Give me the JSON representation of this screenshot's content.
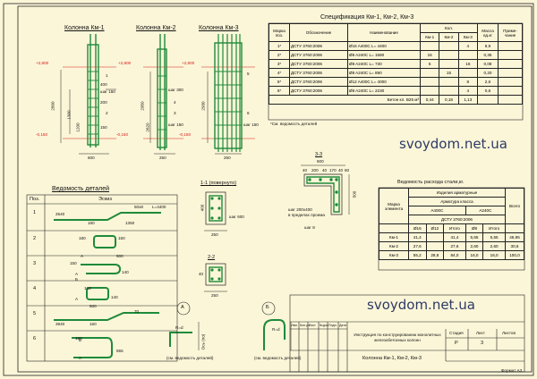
{
  "columns": {
    "titles": [
      "Колонна Км-1",
      "Колонна Км-2",
      "Колонна Км-3"
    ],
    "level_labels": [
      "+2,800",
      "+2,800",
      "+2,800"
    ],
    "base_labels": [
      "-0,150",
      "-0,150",
      "-0,150"
    ],
    "dims": [
      "600",
      "250",
      "250",
      "400",
      "200",
      "150",
      "2800",
      "1300",
      "1200",
      "2950",
      "2930",
      "2620"
    ],
    "spacing_notes": [
      "шаг 150",
      "шаг 300",
      "шаг 150",
      "шаг 150"
    ],
    "marks": [
      "1",
      "2",
      "3",
      "4",
      "5",
      "6"
    ]
  },
  "spec": {
    "title": "Спецификация Км-1, Км-2, Км-3",
    "headers": {
      "pos": "Марка поз.",
      "doc": "Обозначение",
      "name": "Наименование",
      "qty": "Кол.",
      "qty_sub": [
        "Км-1",
        "Км-2",
        "Км-3"
      ],
      "mass": "Масса ед.кг",
      "note": "Приме-чание"
    },
    "rows": [
      {
        "pos": "1*",
        "doc": "ДСТУ 3760:2006",
        "name": "Ø16 A400C  L= 4400",
        "q1": "",
        "q2": "",
        "q3": "4",
        "mass": "6,9",
        "note": ""
      },
      {
        "pos": "2*",
        "doc": "ДСТУ 3760:2006",
        "name": "Ø8 A240C  L= 1580",
        "q1": "15",
        "q2": "",
        "q3": "",
        "mass": "0,35",
        "note": ""
      },
      {
        "pos": "3*",
        "doc": "ДСТУ 3760:2006",
        "name": "Ø8 A240C  L= 730",
        "q1": "5",
        "q2": "",
        "q3": "16",
        "mass": "0,08",
        "note": ""
      },
      {
        "pos": "4*",
        "doc": "ДСТУ 3760:2006",
        "name": "Ø8 A240C  L= 890",
        "q1": "",
        "q2": "15",
        "q3": "",
        "mass": "0,20",
        "note": ""
      },
      {
        "pos": "5*",
        "doc": "ДСТУ 3760:2006",
        "name": "Ø12 A400C  L= 4000",
        "q1": "",
        "q2": "",
        "q3": "8",
        "mass": "2,6",
        "note": ""
      },
      {
        "pos": "6*",
        "doc": "ДСТУ 3760:2006",
        "name": "Ø8 A240C  L= 2230",
        "q1": "",
        "q2": "",
        "q3": "4",
        "mass": "0,6",
        "note": ""
      }
    ],
    "footer_row": {
      "label": "Бетон кл. B25 м³",
      "q1": "0,44",
      "q2": "0,18",
      "q3": "1,13"
    },
    "footnote": "*См. ведомость деталей"
  },
  "watermark": "svoydom.net.ua",
  "details": {
    "title": "Ведомость деталей",
    "header_pos": "Поз.",
    "header_sketch": "Эскиз",
    "rows": [
      {
        "pos": "1",
        "dims": [
          "2540",
          "160",
          "1350",
          "50x8",
          "L=4400"
        ]
      },
      {
        "pos": "2",
        "dims": [
          "180",
          "150",
          "500",
          "A"
        ]
      },
      {
        "pos": "3",
        "dims": [
          "150",
          "140",
          "A",
          "Б"
        ]
      },
      {
        "pos": "4",
        "dims": [
          "A",
          "160",
          "140",
          "500"
        ]
      },
      {
        "pos": "5",
        "dims": [
          "3940",
          "160",
          "70"
        ]
      },
      {
        "pos": "6",
        "dims": [
          "160",
          "555",
          "A",
          "Б"
        ]
      }
    ]
  },
  "sections": {
    "s11_title": "1-1 (повернуто)",
    "s22_title": "2-2",
    "s33_title": "3-3",
    "s33_dims": [
      "600",
      "40",
      "200",
      "40",
      "170",
      "40",
      "60",
      "500"
    ],
    "s33_notes": [
      "шаг 200x400",
      "в пределах проема",
      "шаг 8"
    ],
    "s11_dims": [
      "400",
      "250",
      "шаг 600"
    ],
    "s22_dims": [
      "250",
      "40"
    ]
  },
  "nodes": {
    "a_label": "А",
    "b_label": "Б",
    "a_note": "(см. ведомость деталей)",
    "b_note": "(см. ведомость деталей)",
    "a_dims": [
      "R=d",
      "Ось (по)"
    ],
    "b_dims": [
      "R=d"
    ]
  },
  "steel": {
    "title": "Ведомость расхода стали,кг.",
    "h_group": "Изделия арматурные",
    "h_class": "Арматура класса",
    "h_a400": "A400C",
    "h_a240": "A240C",
    "h_std": "ДСТУ 3760:2006",
    "h_mark": "Марка элемента",
    "h_total": "Всего",
    "h_sub": [
      "Ø16",
      "Ø12",
      "Итого",
      "Ø8",
      "Итого"
    ],
    "rows": [
      {
        "mark": "Км-1",
        "v": [
          "41,4",
          "",
          "41,4",
          "5,55",
          "5,55",
          "46,95"
        ]
      },
      {
        "mark": "Км-2",
        "v": [
          "27,6",
          "",
          "27,6",
          "2,60",
          "2,60",
          "30,6"
        ]
      },
      {
        "mark": "Км-3",
        "v": [
          "55,2",
          "28,8",
          "84,0",
          "16,0",
          "16,0",
          "100,0"
        ]
      }
    ]
  },
  "stamp": {
    "cols": [
      "Изм.",
      "Кол.уч",
      "Лист",
      "№док.",
      "Подп.",
      "Дата"
    ],
    "title": "Инструкция по конструированию монолитных железобетонных колонн",
    "stage_h": [
      "Стадия",
      "Лист",
      "Листов"
    ],
    "stage": "Р",
    "sheet": "3",
    "drawing": "Колонна Км-1, Км-2, Км-3",
    "format": "Формат А3"
  },
  "colors": {
    "paper": "#fbf6d8",
    "rebar": "#1f8a3a",
    "red": "#d81b1b",
    "ink": "#111111"
  }
}
